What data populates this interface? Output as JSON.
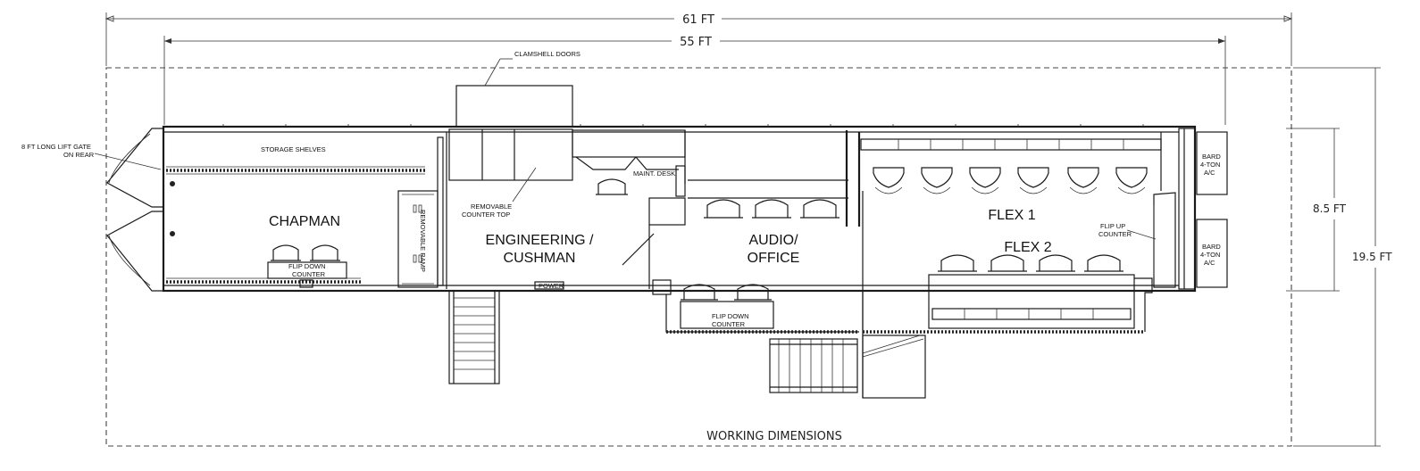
{
  "dimensions": {
    "overall_length": "61 FT",
    "interior_length": "55 FT",
    "width": "8.5 FT",
    "expanded_width": "19.5 FT",
    "working": "WORKING DIMENSIONS"
  },
  "rooms": {
    "chapman": "CHAPMAN",
    "engineering_line1": "ENGINEERING /",
    "engineering_line2": "CUSHMAN",
    "audio_line1": "AUDIO/",
    "audio_line2": "OFFICE",
    "flex1": "FLEX 1",
    "flex2": "FLEX 2"
  },
  "notes": {
    "lift_gate_line1": "8 FT LONG LIFT GATE",
    "lift_gate_line2": "ON REAR",
    "storage_shelves": "STORAGE SHELVES",
    "clamshell_doors": "CLAMSHELL DOORS",
    "removable_counter_line1": "REMOVABLE",
    "removable_counter_line2": "COUNTER TOP",
    "maint_desk": "MAINT. DESK",
    "removable_ramp": "REMOVABLE RAMP",
    "power": "POWER",
    "flip_down_counter_line1": "FLIP DOWN",
    "flip_down_counter_line2": "COUNTER",
    "flip_down_counter2_line1": "FLIP DOWN",
    "flip_down_counter2_line2": "COUNTER",
    "flip_up_counter_line1": "FLIP UP",
    "flip_up_counter_line2": "COUNTER",
    "bard_top_line1": "BARD",
    "bard_top_line2": "4-TON",
    "bard_top_line3": "A/C",
    "bard_bottom_line1": "BARD",
    "bard_bottom_line2": "4-TON",
    "bard_bottom_line3": "A/C"
  }
}
